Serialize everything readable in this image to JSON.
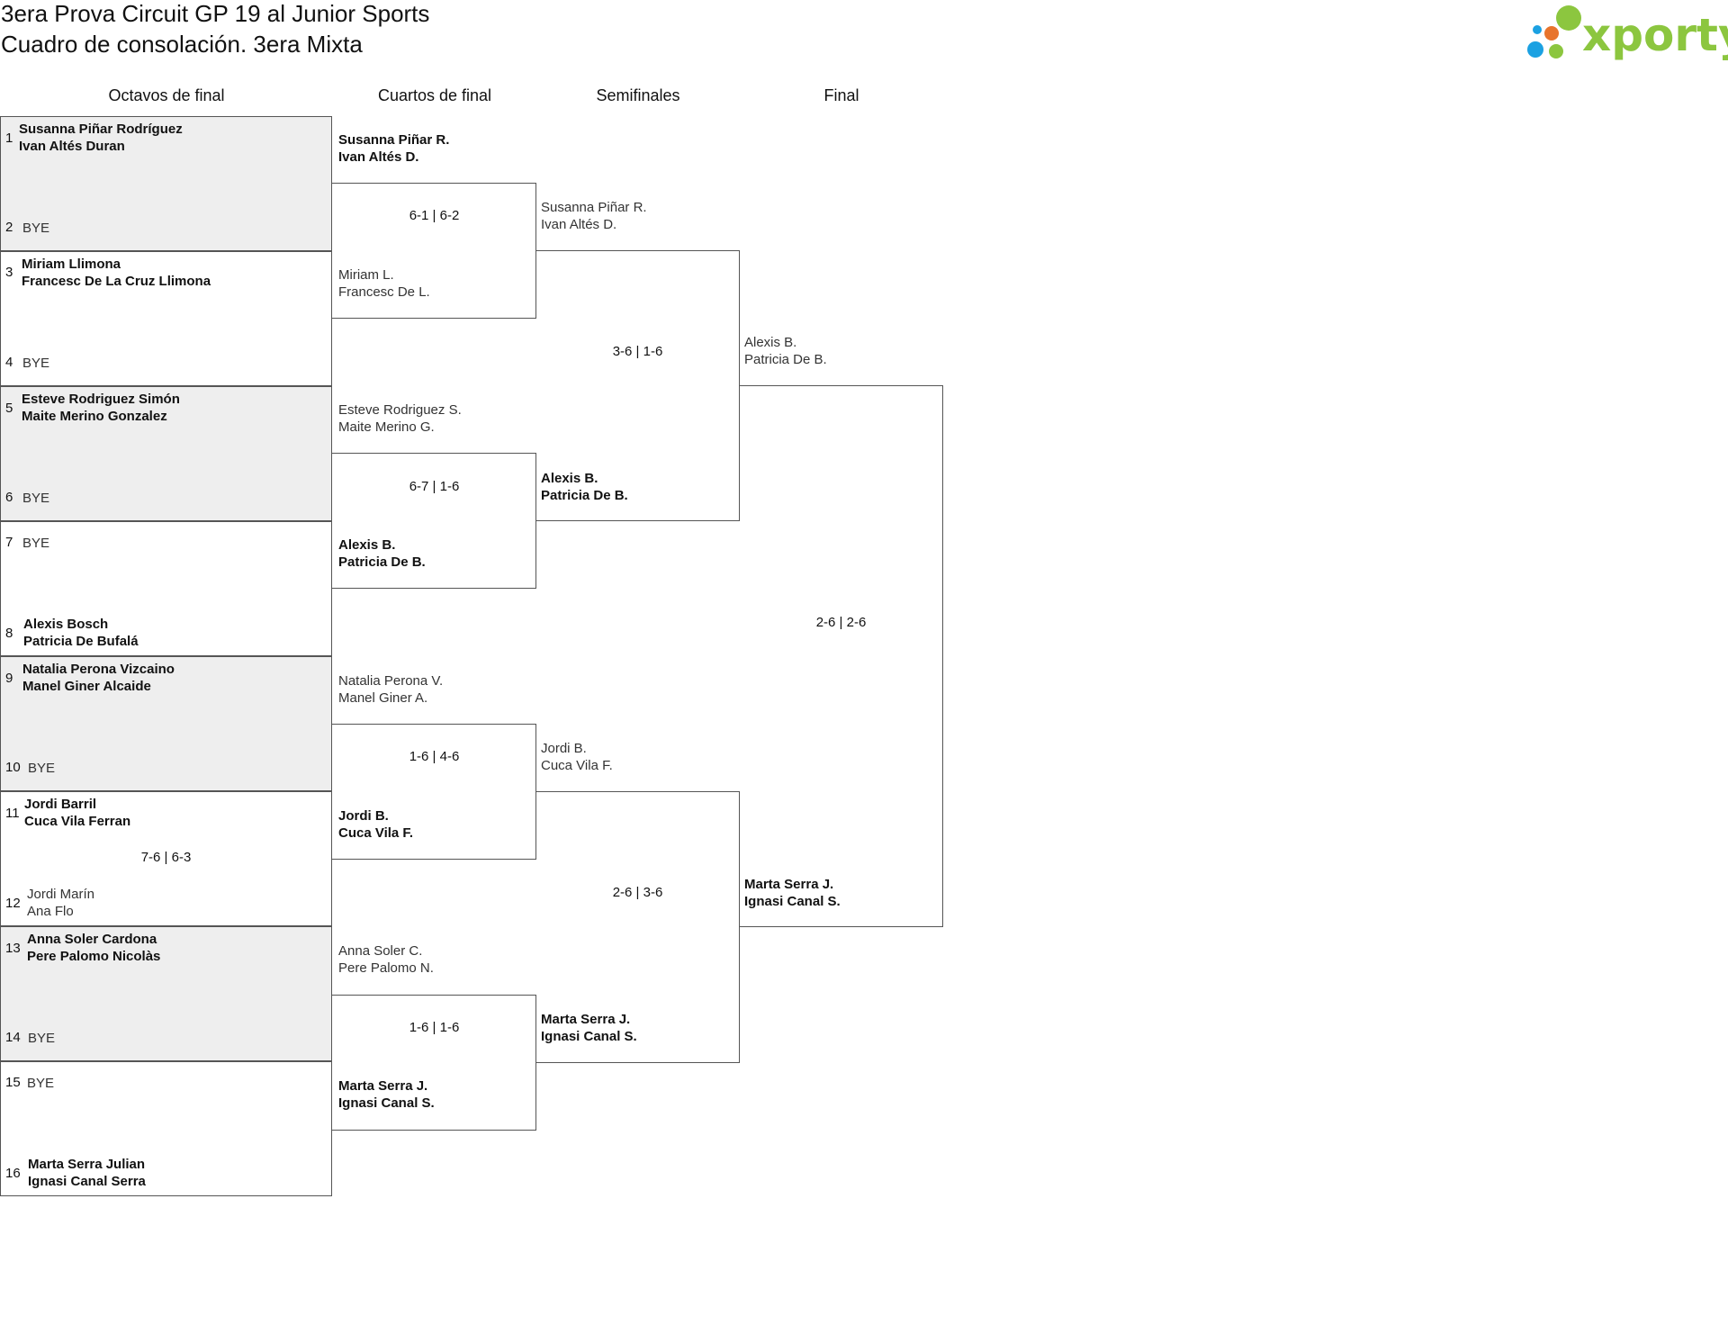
{
  "header": {
    "title_line1": "3era Prova Circuit GP 19 al Junior Sports",
    "title_line2": "Cuadro de consolación. 3era Mixta",
    "logo_text": "xporty"
  },
  "colors": {
    "logo_green": "#8cc63f",
    "logo_blue": "#1ba1e2",
    "logo_orange": "#e8742c",
    "shaded_row": "#eeeeee",
    "border": "#555555"
  },
  "rounds": [
    "Octavos de final",
    "Cuartos de final",
    "Semifinales",
    "Final"
  ],
  "round1": [
    {
      "seed1": "1",
      "p1a": "Susanna Piñar Rodríguez",
      "p1b": "Ivan Altés Duran",
      "seed2": "2",
      "p2a": "BYE",
      "p2b": "",
      "winner": 1,
      "score": ""
    },
    {
      "seed1": "3",
      "p1a": "Miriam Llimona",
      "p1b": "Francesc De La Cruz Llimona",
      "seed2": "4",
      "p2a": "BYE",
      "p2b": "",
      "winner": 1,
      "score": ""
    },
    {
      "seed1": "5",
      "p1a": "Esteve Rodriguez Simón",
      "p1b": "Maite Merino Gonzalez",
      "seed2": "6",
      "p2a": "BYE",
      "p2b": "",
      "winner": 1,
      "score": ""
    },
    {
      "seed1": "7",
      "p1a": "BYE",
      "p1b": "",
      "seed2": "8",
      "p2a": "Alexis Bosch",
      "p2b": "Patricia De Bufalá",
      "winner": 2,
      "score": ""
    },
    {
      "seed1": "9",
      "p1a": "Natalia Perona Vizcaino",
      "p1b": "Manel Giner Alcaide",
      "seed2": "10",
      "p2a": "BYE",
      "p2b": "",
      "winner": 1,
      "score": ""
    },
    {
      "seed1": "11",
      "p1a": "Jordi Barril",
      "p1b": "Cuca Vila Ferran",
      "seed2": "12",
      "p2a": "Jordi Marín",
      "p2b": "Ana Flo",
      "winner": 1,
      "score": "7-6 | 6-3"
    },
    {
      "seed1": "13",
      "p1a": "Anna Soler Cardona",
      "p1b": "Pere Palomo Nicolàs",
      "seed2": "14",
      "p2a": "BYE",
      "p2b": "",
      "winner": 1,
      "score": ""
    },
    {
      "seed1": "15",
      "p1a": "BYE",
      "p1b": "",
      "seed2": "16",
      "p2a": "Marta Serra Julian",
      "p2b": "Ignasi Canal Serra",
      "winner": 2,
      "score": ""
    }
  ],
  "round2": [
    {
      "p1a": "Susanna Piñar R.",
      "p1b": "Ivan Altés D.",
      "p2a": "Miriam L.",
      "p2b": "Francesc De L.",
      "winner": 1,
      "score": "6-1 | 6-2"
    },
    {
      "p1a": "Esteve Rodriguez S.",
      "p1b": "Maite Merino G.",
      "p2a": "Alexis B.",
      "p2b": "Patricia De B.",
      "winner": 2,
      "score": "6-7 | 1-6"
    },
    {
      "p1a": "Natalia Perona V.",
      "p1b": "Manel Giner A.",
      "p2a": "Jordi B.",
      "p2b": "Cuca Vila F.",
      "winner": 2,
      "score": "1-6 | 4-6"
    },
    {
      "p1a": "Anna Soler C.",
      "p1b": "Pere Palomo N.",
      "p2a": "Marta Serra J.",
      "p2b": "Ignasi Canal S.",
      "winner": 2,
      "score": "1-6 | 1-6"
    }
  ],
  "round3": [
    {
      "p1a": "Susanna Piñar R.",
      "p1b": "Ivan Altés D.",
      "p2a": "Alexis B.",
      "p2b": "Patricia De B.",
      "winner": 2,
      "score": "3-6 | 1-6"
    },
    {
      "p1a": "Jordi B.",
      "p1b": "Cuca Vila F.",
      "p2a": "Marta Serra J.",
      "p2b": "Ignasi Canal S.",
      "winner": 2,
      "score": "2-6 | 3-6"
    }
  ],
  "round4": [
    {
      "p1a": "Alexis B.",
      "p1b": "Patricia De B.",
      "p2a": "Marta Serra J.",
      "p2b": "Ignasi Canal S.",
      "winner": 2,
      "score": "2-6 | 2-6"
    }
  ]
}
